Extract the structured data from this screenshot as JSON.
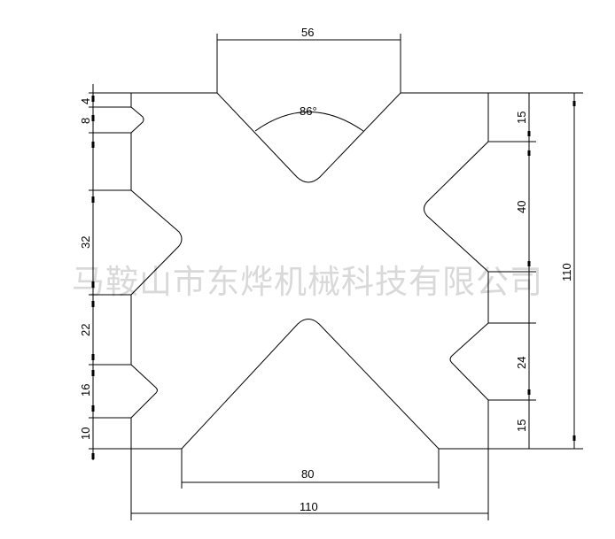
{
  "watermark": "马鞍山市东烨机械科技有限公司",
  "dimensions": {
    "top_width": "56",
    "angle": "86°",
    "bottom_inner": "80",
    "bottom_total": "110",
    "right_total": "110",
    "right": [
      "15",
      "40",
      "24",
      "15"
    ],
    "left": [
      "4",
      "8",
      "32",
      "22",
      "16",
      "10"
    ]
  },
  "colors": {
    "line": "#000000",
    "watermark": "#d9d9d9"
  }
}
